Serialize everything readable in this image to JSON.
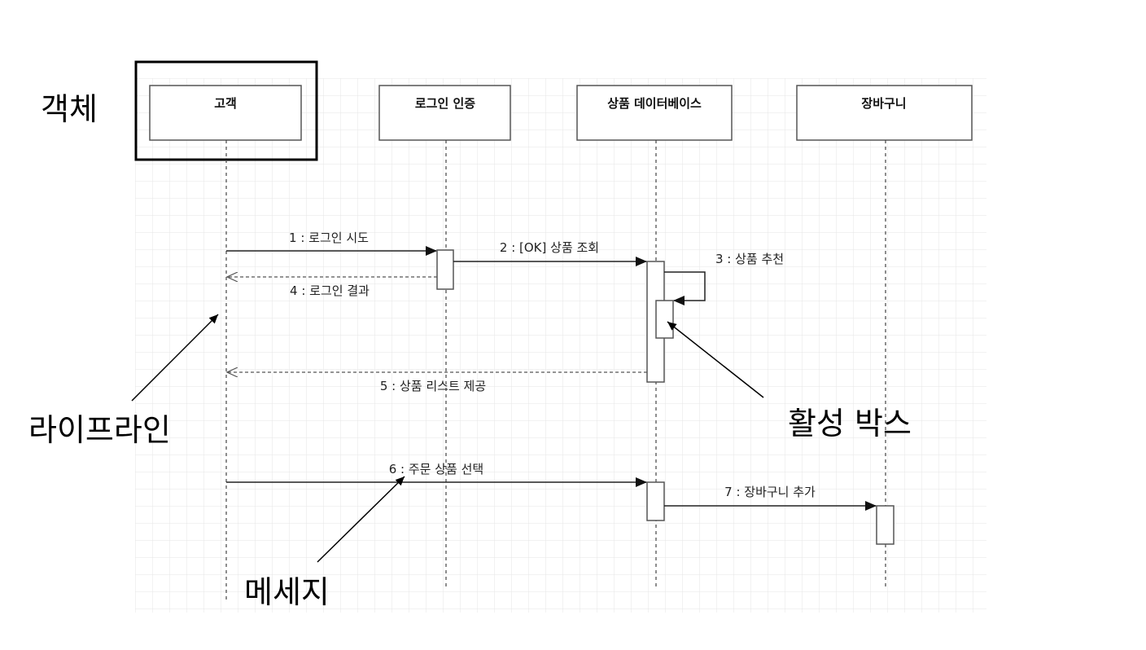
{
  "objects": [
    {
      "id": "customer",
      "label": "고객"
    },
    {
      "id": "login",
      "label": "로그인 인증"
    },
    {
      "id": "productdb",
      "label": "상품 데이터베이스"
    },
    {
      "id": "cart",
      "label": "장바구니"
    }
  ],
  "messages": [
    {
      "id": "m1",
      "label": "1 : 로그인 시도",
      "from": "customer",
      "to": "login",
      "kind": "sync"
    },
    {
      "id": "m2",
      "label": "2 : [OK] 상품 조회",
      "from": "login",
      "to": "productdb",
      "kind": "sync"
    },
    {
      "id": "m3",
      "label": "3 : 상품 추천",
      "from": "productdb",
      "to": "productdb",
      "kind": "self"
    },
    {
      "id": "m4",
      "label": "4 : 로그인 결과",
      "from": "login",
      "to": "customer",
      "kind": "return"
    },
    {
      "id": "m5",
      "label": "5 : 상품 리스트 제공",
      "from": "productdb",
      "to": "customer",
      "kind": "return"
    },
    {
      "id": "m6",
      "label": "6 : 주문 상품 선택",
      "from": "customer",
      "to": "productdb",
      "kind": "sync"
    },
    {
      "id": "m7",
      "label": "7 : 장바구니 추가",
      "from": "productdb",
      "to": "cart",
      "kind": "sync"
    }
  ],
  "annotations": {
    "object": "객체",
    "lifeline": "라이프라인",
    "activation": "활성 박스",
    "message": "메세지"
  },
  "colors": {
    "grid": "#e6e6e6",
    "line": "#222222",
    "box_border": "#555555",
    "highlight": "#000000"
  }
}
